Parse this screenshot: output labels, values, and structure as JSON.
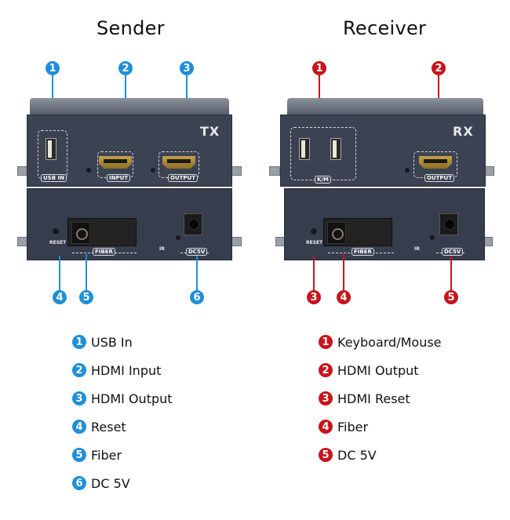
{
  "sender": {
    "title": "Sender",
    "device_mark": "TX",
    "color": "#1e8fd8",
    "callouts_top": [
      "1",
      "2",
      "3"
    ],
    "callouts_bottom": [
      "4",
      "5",
      "6"
    ],
    "port_labels": {
      "usb": "USB IN",
      "input": "INPUT",
      "output": "OUTPUT",
      "reset": "RESET",
      "fiber": "FIBER",
      "ir": "IR",
      "dc": "DC5V"
    },
    "legend": [
      {
        "num": "1",
        "label": "USB In"
      },
      {
        "num": "2",
        "label": "HDMI Input"
      },
      {
        "num": "3",
        "label": "HDMI Output"
      },
      {
        "num": "4",
        "label": "Reset"
      },
      {
        "num": "5",
        "label": "Fiber"
      },
      {
        "num": "6",
        "label": "DC 5V"
      }
    ]
  },
  "receiver": {
    "title": "Receiver",
    "device_mark": "RX",
    "color": "#c8141c",
    "callouts_top": [
      "1",
      "2"
    ],
    "callouts_bottom": [
      "3",
      "4",
      "5"
    ],
    "port_labels": {
      "km": "K/M",
      "output": "OUTPUT",
      "reset": "RESET",
      "fiber": "FIBER",
      "ir": "IR",
      "dc": "DC5V"
    },
    "legend": [
      {
        "num": "1",
        "label": "Keyboard/Mouse"
      },
      {
        "num": "2",
        "label": "HDMI Output"
      },
      {
        "num": "3",
        "label": "HDMI Reset"
      },
      {
        "num": "4",
        "label": "Fiber"
      },
      {
        "num": "5",
        "label": "DC 5V"
      }
    ]
  }
}
